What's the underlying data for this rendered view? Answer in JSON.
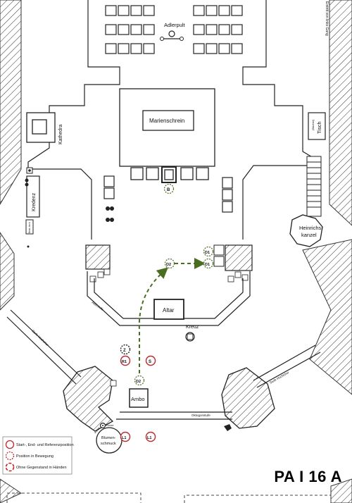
{
  "plan_code": "PA I 16 A",
  "rooms": {
    "adlerpult": "Adlerpult",
    "marienschrein": "Marienschrein",
    "kathedra": "Kathedra",
    "tisch": "Tisch",
    "tisch_sub": "(Bücher)",
    "kredenz": "Kredenz",
    "side_table": "Beist.-tisch",
    "heinrichskanzel_1": "Heinrichs-",
    "heinrichskanzel_2": "kanzel",
    "altar": "Altar",
    "kreuz": "Kreuz",
    "ambo": "Ambo",
    "blumenschmuck_1": "Blumen-",
    "blumenschmuck_2": "schmuck",
    "kerze": "Kerze",
    "oktogonstufe": "Oktogonstufe",
    "altarstufe": "Altarstufe",
    "stufe_left": "Stufe Hochchor",
    "stufe_right": "Stufe Hochchor",
    "side_text": "Eintritt von links Gang"
  },
  "markers": {
    "b": "B",
    "d1_top": "D1",
    "d1_bottom": "D1",
    "d2_mid": "D2",
    "d2_low": "D2",
    "z": "Z",
    "r1": "R1",
    "s": "S",
    "l1_left": "L1",
    "l1_right": "L1"
  },
  "legend": {
    "item1": "Start-, End- und Referenzposition",
    "item2": "Position in Bewegung",
    "item3": "Ohne Gegenstand in Händen"
  },
  "colors": {
    "red": "#c0282d",
    "green": "#4a6e1f",
    "hatch": "#444444"
  }
}
